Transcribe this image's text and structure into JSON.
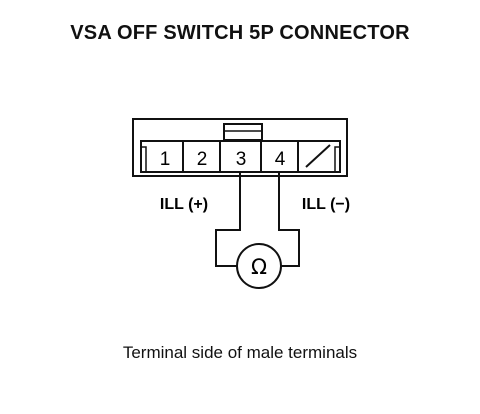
{
  "title": "VSA OFF SWITCH 5P CONNECTOR",
  "caption": "Terminal side of male terminals",
  "connector": {
    "pins": [
      {
        "label": "1"
      },
      {
        "label": "2"
      },
      {
        "label": "3"
      },
      {
        "label": "4"
      },
      {
        "label": ""
      }
    ]
  },
  "meter": {
    "symbol": "Ω"
  },
  "labels": {
    "ill_plus": "ILL (+)",
    "ill_minus": "ILL (−)"
  }
}
